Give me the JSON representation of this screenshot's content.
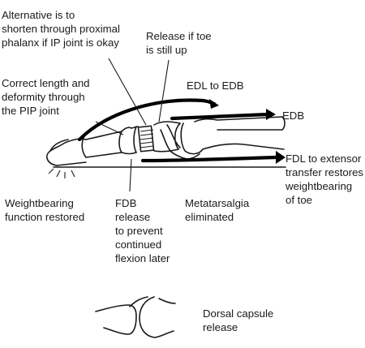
{
  "annotations": {
    "alternative": [
      "Alternative is to",
      "shorten through proximal",
      "phalanx if IP joint is okay"
    ],
    "release_toe": [
      "Release if toe",
      "is still up"
    ],
    "correct_length": [
      "Correct length and",
      "deformity through",
      "the PIP joint"
    ],
    "edl_to_edb": [
      "EDL to EDB"
    ],
    "edb": [
      "EDB"
    ],
    "fdl_transfer": [
      "FDL to extensor",
      "transfer restores",
      "weightbearing",
      "of toe"
    ],
    "weightbearing": [
      "Weightbearing",
      "function restored"
    ],
    "fdb_release": [
      "FDB",
      "release",
      "to prevent",
      "continued",
      "flexion later"
    ],
    "metatarsalgia": [
      "Metatarsalgia",
      "eliminated"
    ],
    "dorsal_capsule": [
      "Dorsal capsule",
      "release"
    ]
  }
}
